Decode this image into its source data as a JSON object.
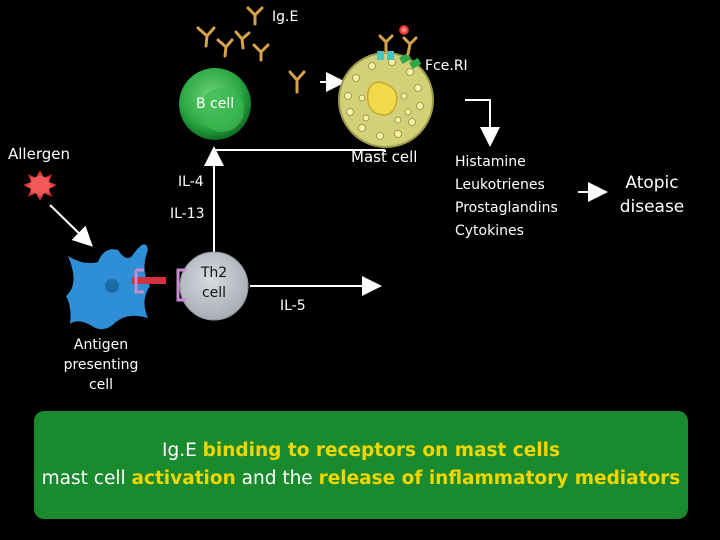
{
  "labels": {
    "ige": "Ig.E",
    "fceri": "Fce.RI",
    "b_cell": "B cell",
    "allergen": "Allergen",
    "mast_cell": "Mast cell",
    "il4": "IL-4",
    "il13": "IL-13",
    "th2_line1": "Th2",
    "th2_line2": "cell",
    "il5": "IL-5",
    "apc_line1": "Antigen",
    "apc_line2": "presenting",
    "apc_line3": "cell",
    "mediators": [
      "Histamine",
      "Leukotrienes",
      "Prostaglandins",
      "Cytokines"
    ],
    "outcome_line1": "Atopic",
    "outcome_line2": "disease"
  },
  "caption": {
    "l1a": "Ig.E ",
    "l1b": "binding to receptors on mast cells",
    "l2a": "mast cell ",
    "l2b": "activation",
    "l2c": " and the ",
    "l2d": "release of inflammatory mediators"
  },
  "colors": {
    "background": "#000000",
    "cell_green": "#29a745",
    "mast_cell": "#d3d07a",
    "highlight": "#f2d600",
    "antibody": "#d6a24a",
    "apc_blue": "#2f8fd6",
    "allergen_red": "#e33b3b",
    "caption_bg": "#1a8a2e"
  }
}
